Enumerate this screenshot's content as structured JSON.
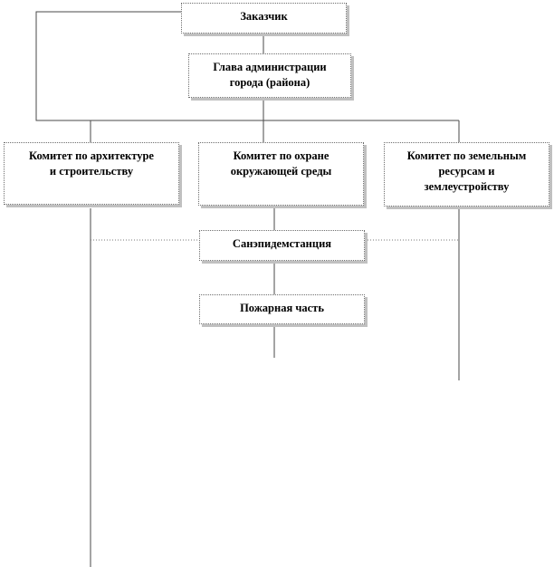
{
  "boxes": {
    "customer": {
      "label": "Заказчик"
    },
    "head": {
      "line1": "Глава  администрации",
      "line2": "города (района)"
    },
    "architecture": {
      "line1": "Комитет по архитектуре",
      "line2": "и строительству"
    },
    "environment": {
      "line1": "Комитет по охране",
      "line2": "окружающей  среды"
    },
    "land": {
      "line1": "Комитет по земельным",
      "line2": "ресурсам  и",
      "line3": "землеустройству"
    },
    "sanitary": {
      "label": "Санэпидемстанция"
    },
    "fire": {
      "label": "Пожарная  часть"
    }
  },
  "colors": {
    "solid_line": "#4a4a4a",
    "dotted_line": "#7a7a7a",
    "box_border": "#6e6e6e",
    "shadow": "#c0c0c0"
  }
}
